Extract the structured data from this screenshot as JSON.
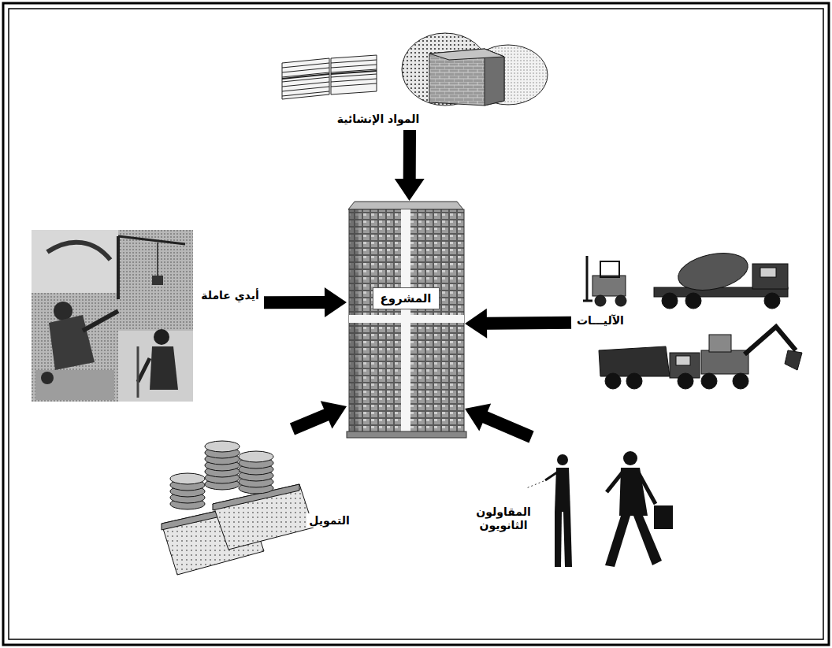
{
  "diagram": {
    "nodes": [
      {
        "text": [
          "المشروع"
        ]
      },
      {
        "text": [
          "المواد الإنشائية"
        ]
      },
      {
        "text": [
          "الآليـــات"
        ]
      },
      {
        "text": [
          "أيدي عاملة"
        ]
      },
      {
        "text": [
          "المقاولون الثانويون"
        ]
      },
      {
        "text": [
          "التمويل"
        ]
      }
    ],
    "edges": [
      {
        "from": 1,
        "to": 0,
        "arrow": "to"
      },
      {
        "from": 2,
        "to": 0,
        "arrow": "to"
      },
      {
        "from": 3,
        "to": 0,
        "arrow": "to"
      },
      {
        "from": 4,
        "to": 0,
        "arrow": "to"
      },
      {
        "from": 5,
        "to": 0,
        "arrow": "to"
      }
    ]
  }
}
